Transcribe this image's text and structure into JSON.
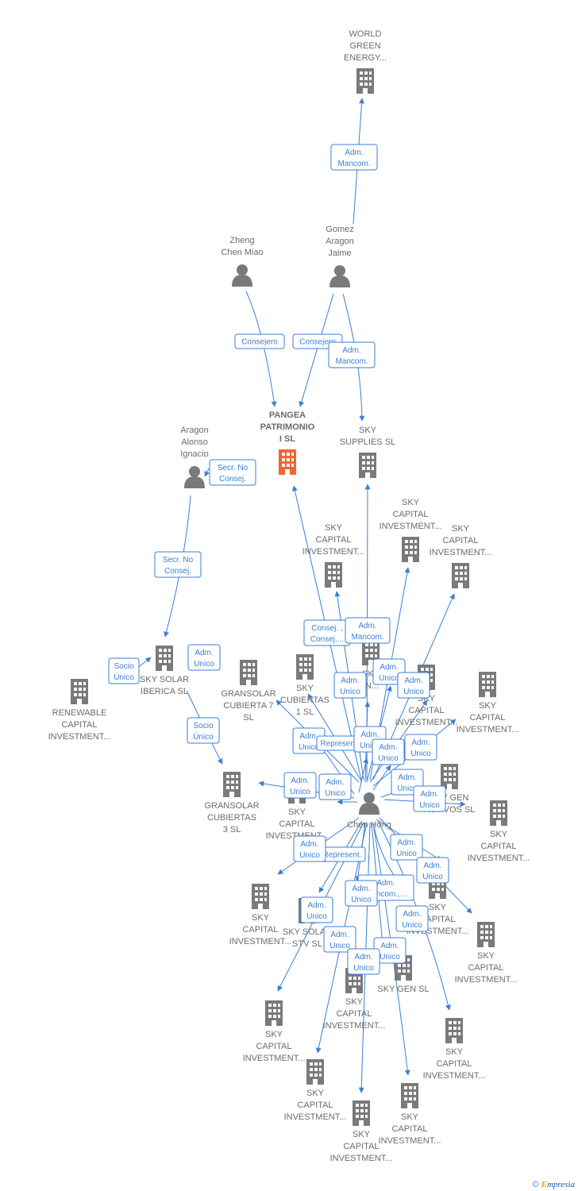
{
  "colors": {
    "edge": "#3a7fd5",
    "company": "#7a7a7a",
    "focus_company": "#ee6633",
    "person": "#7a7a7a"
  },
  "nodes": [
    {
      "id": "world",
      "type": "company",
      "label": [
        "WORLD",
        "GREEN",
        "ENERGY..."
      ]
    },
    {
      "id": "zheng",
      "type": "person",
      "label": [
        "Zheng",
        "Chen Miao"
      ]
    },
    {
      "id": "gomez",
      "type": "person",
      "label": [
        "Gomez",
        "Aragon",
        "Jaime"
      ]
    },
    {
      "id": "pangea",
      "type": "company",
      "focus": true,
      "label": [
        "PANGEA",
        "PATRIMONIO",
        "I  SL"
      ]
    },
    {
      "id": "supplies",
      "type": "company",
      "label": [
        "SKY",
        "SUPPLIES SL"
      ]
    },
    {
      "id": "aragon",
      "type": "person",
      "label": [
        "Aragon",
        "Alonso",
        "Ignacio"
      ]
    },
    {
      "id": "skycap1",
      "type": "company",
      "label": [
        "SKY",
        "CAPITAL",
        "INVESTMENT..."
      ]
    },
    {
      "id": "skycap2",
      "type": "company",
      "label": [
        "SKY",
        "CAPITAL",
        "INVESTMENT..."
      ]
    },
    {
      "id": "skycap3",
      "type": "company",
      "label": [
        "SKY",
        "CAPITAL",
        "INVESTMENT..."
      ]
    },
    {
      "id": "solar_iberica",
      "type": "company",
      "label": [
        "SKY SOLAR",
        "IBERICA SL"
      ]
    },
    {
      "id": "renewable",
      "type": "company",
      "label": [
        "RENEWABLE",
        "CAPITAL",
        "INVESTMENT..."
      ]
    },
    {
      "id": "gran7",
      "type": "company",
      "label": [
        "GRANSOLAR",
        "CUBIERTA 7",
        "SL"
      ]
    },
    {
      "id": "cub1",
      "type": "company",
      "label": [
        "SKY",
        "CUBIERTAS",
        "1 SL"
      ]
    },
    {
      "id": "mid1",
      "type": "company",
      "label": [
        "SKY",
        "IN..."
      ]
    },
    {
      "id": "mid2",
      "type": "company",
      "label": [
        "SKY",
        "CAPITAL",
        "INVESTMENT..."
      ]
    },
    {
      "id": "skycap_r1",
      "type": "company",
      "label": [
        "SKY",
        "CAPITAL",
        "INVESTMENT..."
      ]
    },
    {
      "id": "activos",
      "type": "company",
      "label": [
        "SKY GEN",
        "ACTIVOS SL"
      ]
    },
    {
      "id": "skycap_r2",
      "type": "company",
      "label": [
        "SKY",
        "CAPITAL",
        "INVESTMENT..."
      ]
    },
    {
      "id": "gran3",
      "type": "company",
      "label": [
        "GRANSOLAR",
        "CUBIERTAS",
        "3 SL"
      ]
    },
    {
      "id": "skycap_c",
      "type": "company",
      "label": [
        "SKY",
        "CAPITAL",
        "INVESTMENT..."
      ]
    },
    {
      "id": "chen",
      "type": "person",
      "label": [
        "Chen Hong"
      ]
    },
    {
      "id": "skycap_l",
      "type": "company",
      "label": [
        "SKY",
        "CAPITAL",
        "INVESTMENT..."
      ]
    },
    {
      "id": "stv",
      "type": "company",
      "label": [
        "SKY SOLAR",
        "STV SL"
      ]
    },
    {
      "id": "skycap_rr",
      "type": "company",
      "label": [
        "SKY",
        "CAPITAL",
        "INVESTMENT..."
      ]
    },
    {
      "id": "skycap_r3",
      "type": "company",
      "label": [
        "SKY",
        "CAPITAL",
        "INVESTMENT..."
      ]
    },
    {
      "id": "skycap_b1",
      "type": "company",
      "label": [
        "SKY",
        "CAPITAL",
        "INVESTMENT..."
      ]
    },
    {
      "id": "skygen",
      "type": "company",
      "label": [
        "SKY GEN  SL"
      ]
    },
    {
      "id": "skycap_b2",
      "type": "company",
      "label": [
        "SKY",
        "CAPITAL",
        "INVESTMENT..."
      ]
    },
    {
      "id": "skycap_b3",
      "type": "company",
      "label": [
        "SKY",
        "CAPITAL",
        "INVESTMENT..."
      ]
    },
    {
      "id": "skycap_b4",
      "type": "company",
      "label": [
        "SKY",
        "CAPITAL",
        "INVESTMENT..."
      ]
    },
    {
      "id": "skycap_b5",
      "type": "company",
      "label": [
        "SKY",
        "CAPITAL",
        "INVESTMENT..."
      ]
    },
    {
      "id": "skycap_b6",
      "type": "company",
      "label": [
        "SKY",
        "CAPITAL",
        "INVESTMENT..."
      ]
    }
  ],
  "relations": [
    {
      "id": "r1",
      "lines": [
        "Adm.",
        "Mancom."
      ]
    },
    {
      "id": "r2",
      "lines": [
        "Consejero"
      ]
    },
    {
      "id": "r3",
      "lines": [
        "Consejero"
      ]
    },
    {
      "id": "r4",
      "lines": [
        "Adm.",
        "Mancom."
      ]
    },
    {
      "id": "r5",
      "lines": [
        "Secr.  No",
        "Consej."
      ]
    },
    {
      "id": "r6",
      "lines": [
        "Secr.  No",
        "Consej."
      ]
    },
    {
      "id": "r7",
      "lines": [
        "Socio",
        "Único"
      ]
    },
    {
      "id": "r8",
      "lines": [
        "Adm.",
        "Unico"
      ]
    },
    {
      "id": "r9",
      "lines": [
        "Socio",
        "Único"
      ]
    },
    {
      "id": "r10",
      "lines": [
        "Consej. ,",
        "Consej...."
      ]
    },
    {
      "id": "r11",
      "lines": [
        "Adm.",
        "Mancom."
      ]
    },
    {
      "id": "r12",
      "lines": [
        "Adm.",
        "Unico"
      ]
    },
    {
      "id": "r13",
      "lines": [
        "Adm.",
        "Unico"
      ]
    },
    {
      "id": "r14",
      "lines": [
        "Adm.",
        "Unico"
      ]
    },
    {
      "id": "r15",
      "lines": [
        "Adm.",
        "Unico"
      ]
    },
    {
      "id": "r16",
      "lines": [
        "Represent."
      ]
    },
    {
      "id": "r17",
      "lines": [
        "Adm.",
        "Unico"
      ]
    },
    {
      "id": "r18",
      "lines": [
        "Adm.",
        "Unico"
      ]
    },
    {
      "id": "r19",
      "lines": [
        "Adm.",
        "Unico"
      ]
    },
    {
      "id": "r20",
      "lines": [
        "Adm.",
        "Unico"
      ]
    },
    {
      "id": "r21",
      "lines": [
        "Adm.",
        "Unico"
      ]
    },
    {
      "id": "r22",
      "lines": [
        "Adm.",
        "Unico"
      ]
    },
    {
      "id": "r23",
      "lines": [
        "Adm.",
        "Unico"
      ]
    },
    {
      "id": "r24",
      "lines": [
        "Adm.",
        "Unico"
      ]
    },
    {
      "id": "r25",
      "lines": [
        "Represent."
      ]
    },
    {
      "id": "r26",
      "lines": [
        "Adm.",
        "Unico"
      ]
    },
    {
      "id": "r27",
      "lines": [
        "Adm.",
        "Unico"
      ]
    },
    {
      "id": "r28",
      "lines": [
        "Adm.",
        "Mancom.,..."
      ]
    },
    {
      "id": "r29",
      "lines": [
        "Adm.",
        "Unico"
      ]
    },
    {
      "id": "r30",
      "lines": [
        "Adm.",
        "Unico"
      ]
    },
    {
      "id": "r31",
      "lines": [
        "Adm.",
        "Unico"
      ]
    },
    {
      "id": "r32",
      "lines": [
        "Adm.",
        "Unico"
      ]
    },
    {
      "id": "r33",
      "lines": [
        "Adm.",
        "Unico"
      ]
    },
    {
      "id": "r34",
      "lines": [
        "Adm.",
        "Unico"
      ]
    }
  ],
  "footer": {
    "copyright": "©",
    "brand_first": "E",
    "brand_rest": "mpresia"
  }
}
